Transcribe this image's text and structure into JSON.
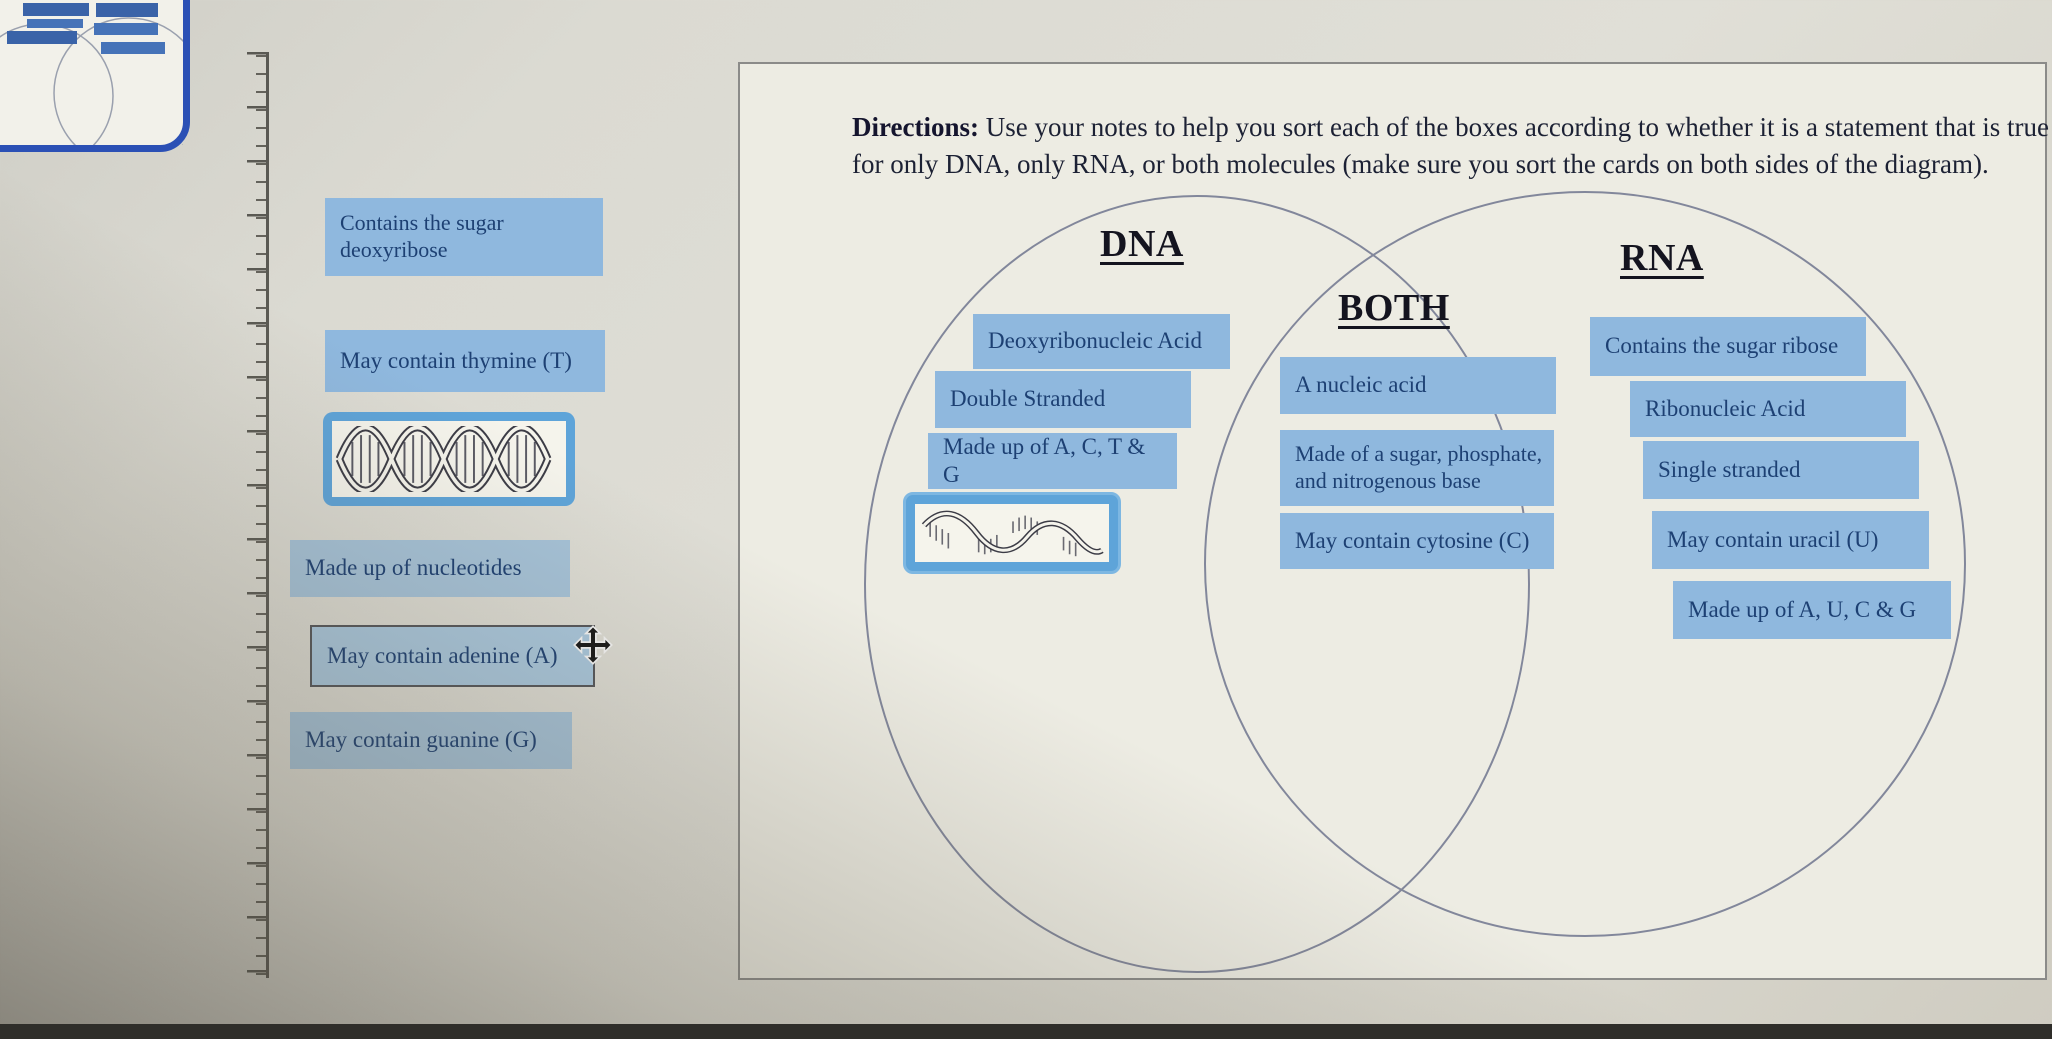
{
  "directions": {
    "label": "Directions:",
    "body": " Use your notes to help you sort each of the boxes according to whether it is a statement that is true for only DNA, only RNA, or both molecules (make sure you sort the cards on both sides of the diagram)."
  },
  "venn": {
    "dna": "DNA",
    "rna": "RNA",
    "both": "BOTH"
  },
  "tray_cards": [
    {
      "text": "Contains the sugar deoxyribose"
    },
    {
      "text": "May contain thymine (T)"
    },
    {
      "text": "Made up of nucleotides"
    },
    {
      "text": "May contain adenine (A)"
    },
    {
      "text": "May contain guanine (G)"
    }
  ],
  "dna_cards": [
    {
      "text": "Deoxyribonucleic Acid"
    },
    {
      "text": "Double Stranded"
    },
    {
      "text": "Made up of A, C, T & G"
    }
  ],
  "both_cards": [
    {
      "text": "A nucleic acid"
    },
    {
      "text": "Made of a sugar, phosphate, and nitrogenous base"
    },
    {
      "text": "May contain cytosine (C)"
    }
  ],
  "rna_cards": [
    {
      "text": "Contains the sugar ribose"
    },
    {
      "text": "Ribonucleic Acid"
    },
    {
      "text": "Single stranded"
    },
    {
      "text": "May contain uracil (U)"
    },
    {
      "text": "Made up of A, U, C & G"
    }
  ],
  "icons": {
    "move_cursor": "move-cursor",
    "dna_image": "double-helix-illustration",
    "rna_image": "single-strand-illustration"
  },
  "colors": {
    "card_blue": "#8fb8de",
    "card_muted": "#a6c3d9",
    "card_text": "#1d4073",
    "panel_bg": "#edece3",
    "thumbnail_border": "#2b50b5",
    "image_card_frame": "#5ea4d9"
  }
}
